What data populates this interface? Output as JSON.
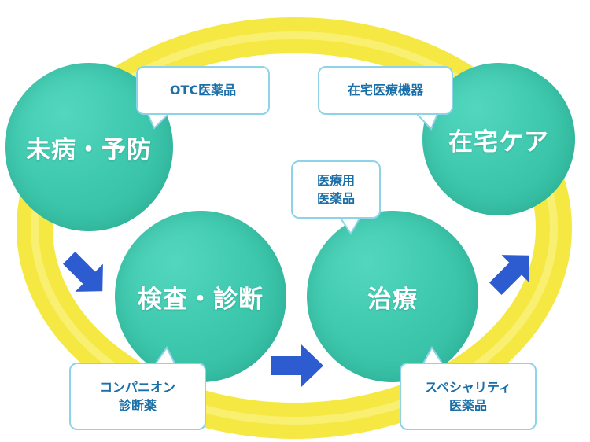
{
  "circles": {
    "prevention": "未病・予防",
    "diagnosis": "検査・診断",
    "treatment": "治療",
    "homecare": "在宅ケア"
  },
  "bubbles": {
    "otc": [
      "OTC医薬品"
    ],
    "homecare_devices": [
      "在宅医療機器"
    ],
    "ethical_drugs": [
      "医療用",
      "医薬品"
    ],
    "companion_dx": [
      "コンパニオン",
      "診断薬"
    ],
    "specialty": [
      "スペシャリティ",
      "医薬品"
    ]
  },
  "colors": {
    "ring": "#f7ec55",
    "circle": "#3fc9ae",
    "arrow": "#2d5bd0",
    "bubble_border": "#8fd3e8",
    "bubble_text": "#1a6fa8"
  },
  "icons": [
    "arrow-down-right-icon",
    "arrow-right-icon",
    "arrow-up-right-icon"
  ]
}
